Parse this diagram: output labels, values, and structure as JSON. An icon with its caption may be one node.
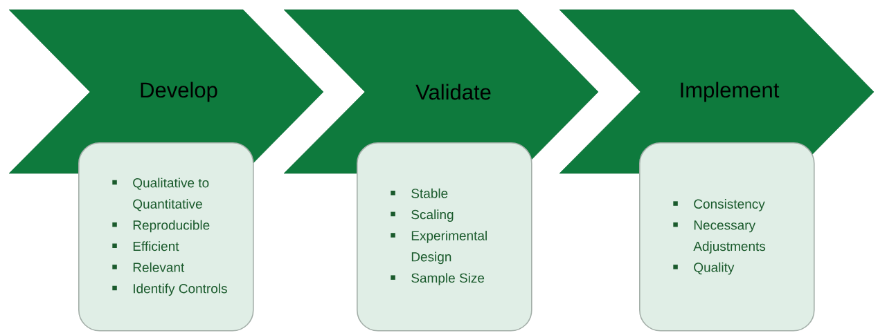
{
  "diagram": {
    "nodes": [
      {
        "text": [
          "Develop"
        ]
      },
      {
        "text": [
          "Validate"
        ]
      },
      {
        "text": [
          "Implement"
        ]
      },
      {
        "text": [
          "Qualitative to Quantitative",
          "Reproducible",
          "Efficient",
          "Relevant",
          "Identify Controls"
        ]
      },
      {
        "text": [
          "Stable",
          "Scaling",
          "Experimental Design",
          "Sample Size"
        ]
      },
      {
        "text": [
          "Consistency",
          "Necessary Adjustments",
          "Quality"
        ]
      }
    ]
  }
}
